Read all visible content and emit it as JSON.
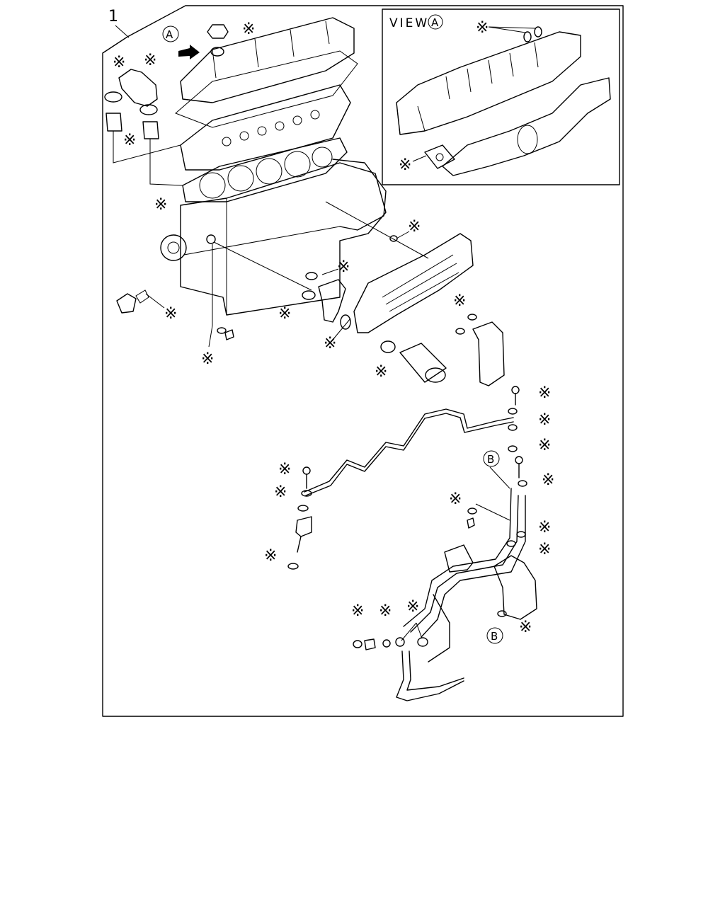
{
  "figure": {
    "item_number": "1",
    "view_title": "VIEW",
    "view_letter": "A",
    "callout_a": "A",
    "callout_b": "B",
    "marker": "※"
  },
  "colors": {
    "line": "#000000",
    "background": "#ffffff"
  }
}
